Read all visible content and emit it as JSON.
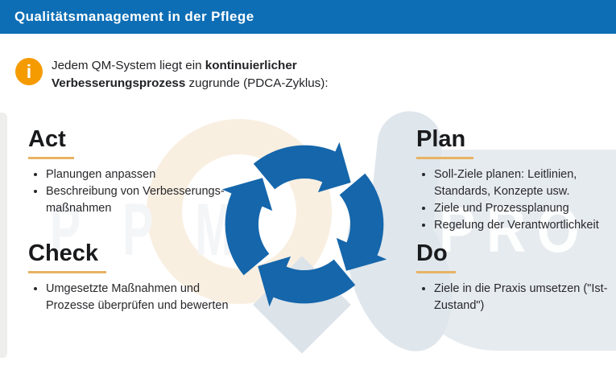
{
  "header": {
    "title": "Qualitätsmanagement in der Pflege"
  },
  "intro": {
    "icon_glyph": "i",
    "line1_pre": "Jedem QM-System liegt ein ",
    "line1_bold": "kontinuierlicher",
    "line2_bold": "Verbesserungsprozess",
    "line2_post": " zugrunde (PDCA-Zyklus):"
  },
  "quadrants": [
    {
      "id": "act",
      "title": "Act",
      "bullets": [
        "Planungen anpassen",
        "Beschreibung von Verbesserungs-maßnahmen"
      ]
    },
    {
      "id": "plan",
      "title": "Plan",
      "bullets": [
        "Soll-Ziele planen: Leitlinien, Standards, Konzepte usw.",
        "Ziele und Prozessplanung",
        "Regelung der Verantwortlichkeit"
      ]
    },
    {
      "id": "check",
      "title": "Check",
      "bullets": [
        "Umgesetzte Maßnahmen und Prozesse überprüfen und bewerten"
      ]
    },
    {
      "id": "do",
      "title": "Do",
      "bullets": [
        "Ziele in die Praxis umsetzen (\"Ist-Zustand\")"
      ]
    }
  ],
  "watermark": {
    "left": "PPM",
    "right": "PRO"
  },
  "colors": {
    "header_bg": "#0d6eb5",
    "arrow_blue": "#1566ab",
    "accent_orange": "#f59b00",
    "underline_gold": "#e7b364",
    "panel_gray": "#e6ebef",
    "cream": "#f9efe1",
    "hand_gray": "#dfe6ec",
    "heading_text": "#191a1c",
    "body_text": "#28282c"
  }
}
